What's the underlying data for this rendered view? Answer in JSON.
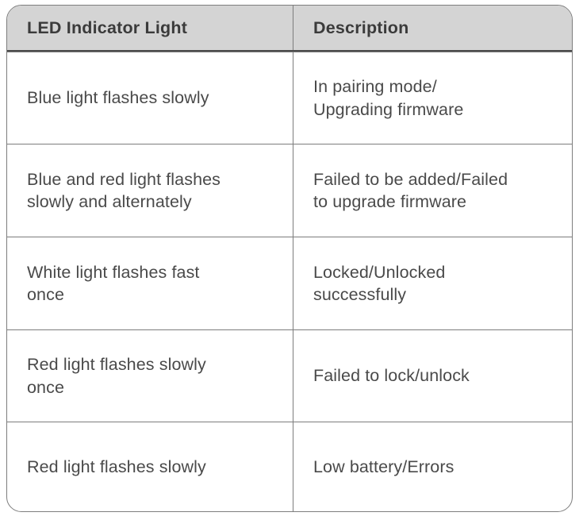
{
  "table": {
    "title": "LED Indicator Light status table",
    "colors": {
      "header_background": "#d4d4d4",
      "border": "#7d7d7d",
      "header_text": "#3b3b3b",
      "body_text": "#4a4a4a",
      "page_background": "#ffffff"
    },
    "columns": [
      {
        "key": "indicator",
        "label": "LED Indicator Light"
      },
      {
        "key": "description",
        "label": "Description"
      }
    ],
    "rows": [
      {
        "indicator": "Blue light flashes slowly",
        "description": "In pairing mode/\nUpgrading firmware"
      },
      {
        "indicator": "Blue and red light flashes\nslowly and alternately",
        "description": "Failed to be added/Failed\nto upgrade firmware"
      },
      {
        "indicator": "White light flashes fast\nonce",
        "description": "Locked/Unlocked\nsuccessfully"
      },
      {
        "indicator": "Red light flashes slowly\nonce",
        "description": "Failed to lock/unlock"
      },
      {
        "indicator": "Red light flashes slowly",
        "description": "Low battery/Errors"
      }
    ]
  }
}
